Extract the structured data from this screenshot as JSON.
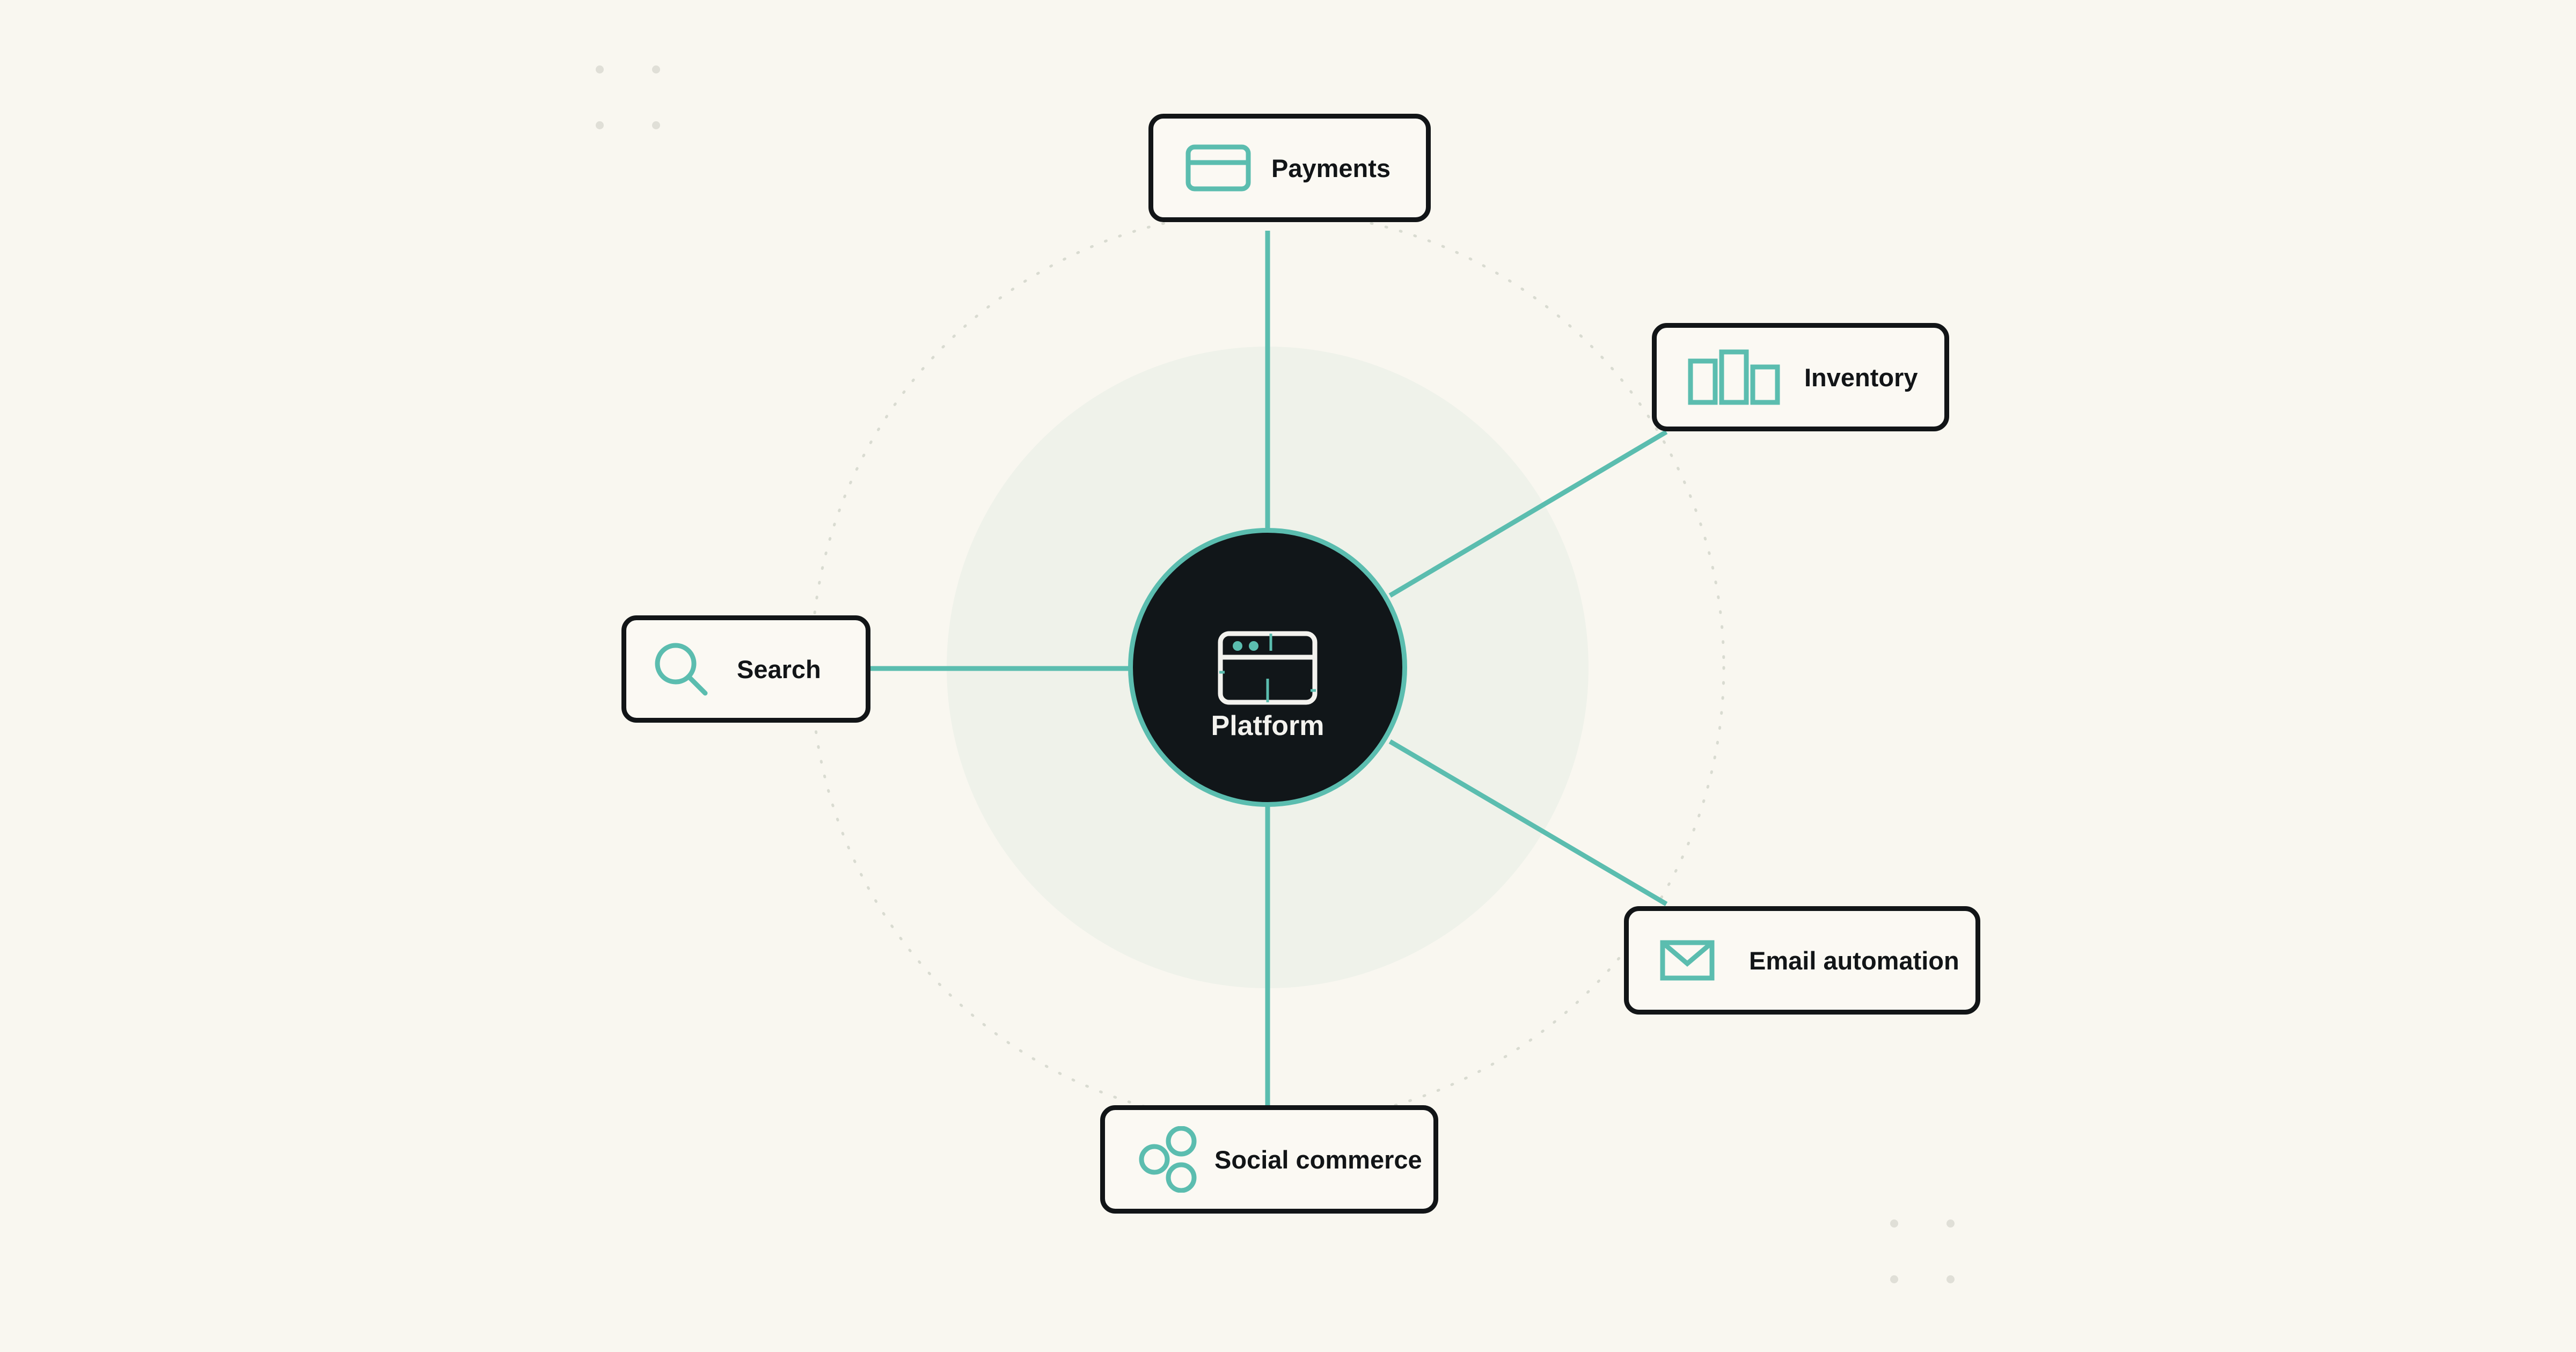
{
  "diagram": {
    "hub": {
      "label": "Platform",
      "icon": "browser-window-icon"
    },
    "integrations": [
      {
        "id": "payments",
        "label": "Payments",
        "icon": "credit-card-icon"
      },
      {
        "id": "inventory",
        "label": "Inventory",
        "icon": "bar-chart-icon"
      },
      {
        "id": "search",
        "label": "Search",
        "icon": "magnifier-icon"
      },
      {
        "id": "email-automation",
        "label": "Email automation",
        "icon": "envelope-icon"
      },
      {
        "id": "social-commerce",
        "label": "Social commerce",
        "icon": "linked-circles-icon"
      }
    ]
  },
  "colors": {
    "background": "#f9f7f0",
    "accent": "#5bbdaf",
    "hub_fill": "#111619",
    "node_border": "#121517",
    "glow": "#eff2ea",
    "decor_dots": "#e0dfd7"
  }
}
